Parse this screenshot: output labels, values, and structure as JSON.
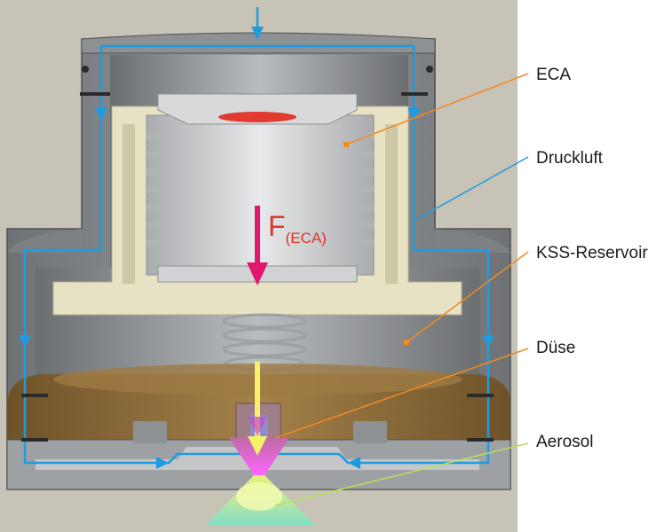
{
  "labels": {
    "eca": "ECA",
    "druckluft": "Druckluft",
    "kss_reservoir": "KSS-Reservoir",
    "duese": "Düse",
    "aerosol": "Aerosol"
  },
  "force": {
    "symbol": "F",
    "subscript": "(ECA)"
  },
  "colors": {
    "background_panel": "#c7c4b7",
    "housing": "#808386",
    "housing_dark": "#5e6164",
    "insert": "#e6e2c3",
    "reservoir_fluid": "#8a6a3a",
    "airflow": "#1e9be0",
    "force_arrow": "#e0166f",
    "force_text": "#e0352b",
    "leader_orange": "#f08a24",
    "leader_blue": "#1e9be0",
    "leader_green": "#b7e05a",
    "aerosol": "#aef08a"
  }
}
